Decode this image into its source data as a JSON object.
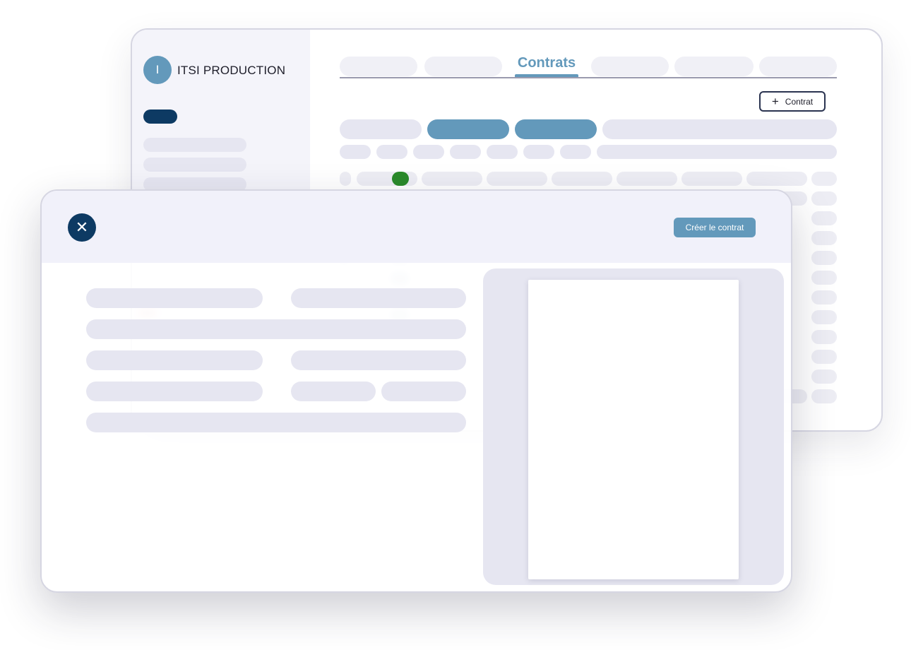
{
  "app": {
    "company_name": "ITSI PRODUCTION",
    "avatar_initial": "I"
  },
  "tabs": {
    "active_label": "Contrats"
  },
  "toolbar": {
    "add_symbol": "+",
    "add_label": "Contrat"
  },
  "modal": {
    "close_symbol": "✕",
    "create_label": "Créer le contrat"
  },
  "colors": {
    "accent": "#6399bb",
    "primary_dark": "#0d3a63",
    "placeholder": "#e6e6f1",
    "status_green": "#2a8a2a"
  },
  "icons": {
    "add": "plus-icon",
    "close": "close-icon"
  }
}
